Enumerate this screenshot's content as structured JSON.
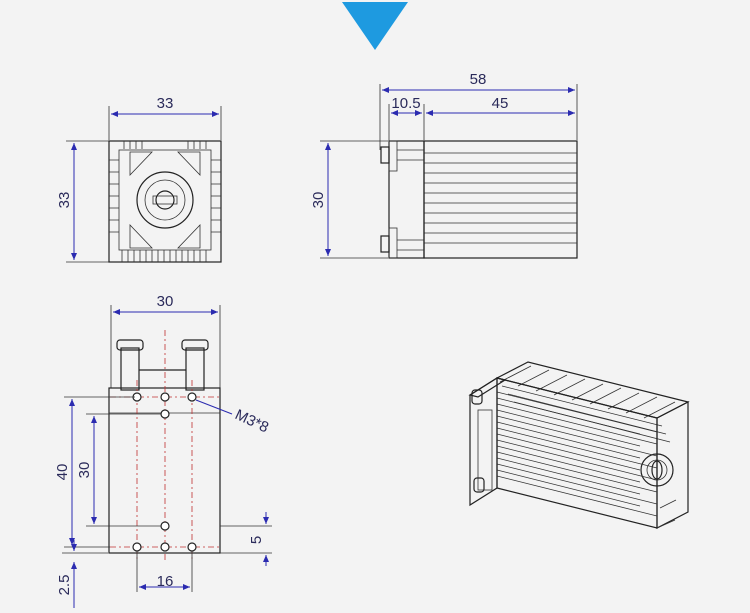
{
  "colors": {
    "background": "#f3f3f3",
    "marker": "#1e9ae0",
    "dimension_line": "#2b2bb0",
    "center_line": "#c03030",
    "outline": "#222222"
  },
  "front_view": {
    "width": "33",
    "height": "33"
  },
  "side_view": {
    "overall_length": "58",
    "flange": "10.5",
    "heatsink_length": "45",
    "height": "30"
  },
  "bottom_view": {
    "width": "30",
    "hole_label": "M3*8",
    "outer_spacing": "40",
    "inner_spacing": "30",
    "end_offset": "5",
    "hole_pitch": "16",
    "edge_offset": "2.5"
  },
  "icons": {
    "marker": "triangle-down-icon"
  }
}
